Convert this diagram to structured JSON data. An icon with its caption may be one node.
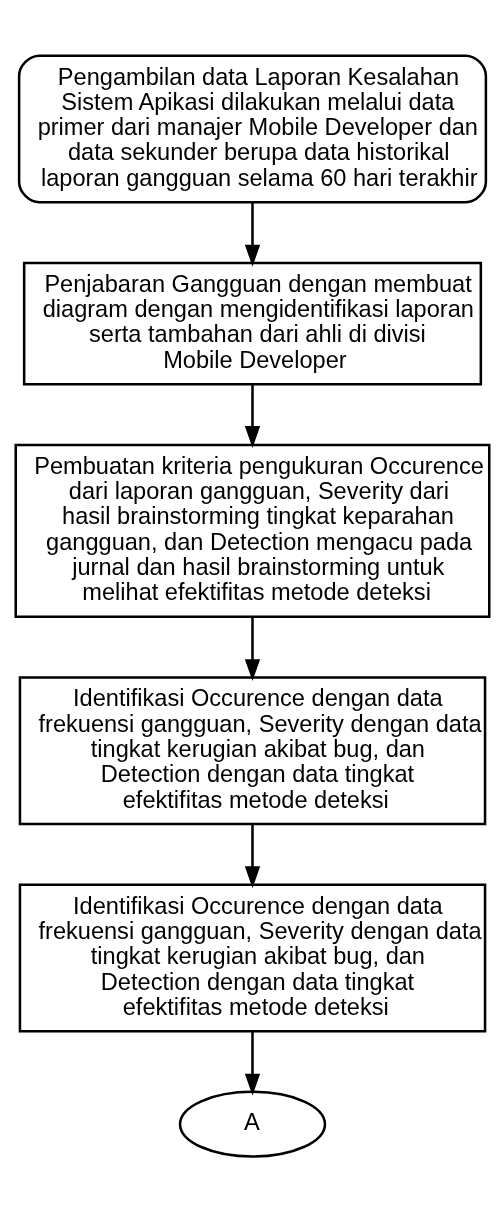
{
  "diagram": {
    "nodes": [
      {
        "text": [
          "Pengambilan data Laporan Kesalahan Sistem Apikasi dilakukan melalui data primer dari manajer Mobile Developer dan data sekunder berupa data historikal laporan gangguan selama 60 hari terakhir"
        ]
      },
      {
        "text": [
          "Penjabaran Gangguan dengan membuat diagram dengan mengidentifikasi laporan serta tambahan dari ahli di divisi Mobile Developer"
        ]
      },
      {
        "text": [
          "Pembuatan kriteria pengukuran Occurence dari laporan gangguan, Severity dari hasil brainstorming tingkat keparahan gangguan, dan Detection mengacu pada jurnal dan hasil brainstorming untuk melihat efektifitas metode deteksi"
        ]
      },
      {
        "text": [
          "Identifikasi Occurence dengan data frekuensi gangguan, Severity dengan data tingkat kerugian akibat bug, dan Detection dengan data tingkat efektifitas metode deteksi"
        ]
      },
      {
        "text": [
          "Identifikasi Occurence dengan data frekuensi gangguan, Severity dengan data tingkat kerugian akibat bug, dan Detection dengan data tingkat efektifitas metode deteksi"
        ]
      },
      {
        "text": [
          "A"
        ]
      }
    ],
    "edges": [
      {
        "from": 0,
        "to": 1,
        "arrow": "to"
      },
      {
        "from": 1,
        "to": 2,
        "arrow": "to"
      },
      {
        "from": 2,
        "to": 3,
        "arrow": "to"
      },
      {
        "from": 3,
        "to": 4,
        "arrow": "to"
      },
      {
        "from": 4,
        "to": 5,
        "arrow": "to"
      }
    ]
  }
}
